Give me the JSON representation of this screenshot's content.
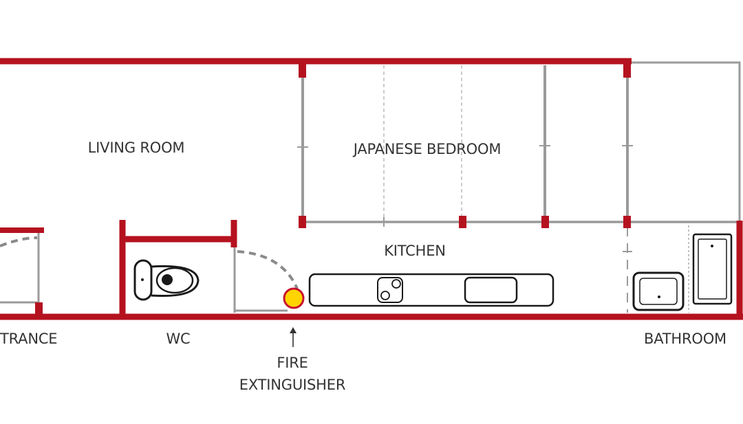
{
  "labels": {
    "living_room": "LIVING ROOM",
    "japanese_bedroom": "JAPANESE BEDROOM",
    "kitchen": "KITCHEN",
    "entrance": "TRANCE",
    "wc": "WC",
    "bathroom": "BATHROOM",
    "fire_extinguisher_line1": "FIRE",
    "fire_extinguisher_line2": "EXTINGUISHER"
  },
  "colors": {
    "wall": "#b5121f",
    "partition": "#9a9a9a",
    "fixture": "#1a1a1a",
    "extinguisher_fill": "#ffd400",
    "extinguisher_stroke": "#c8102e"
  }
}
